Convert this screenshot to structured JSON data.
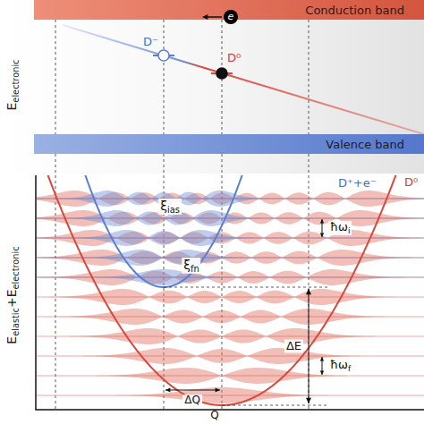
{
  "diagram": {
    "nodes": [
      {
        "text": [
          "Conduction band"
        ]
      },
      {
        "text": [
          "e"
        ]
      },
      {
        "text": [
          "D⁻"
        ]
      },
      {
        "text": [
          "D⁰"
        ]
      },
      {
        "text": [
          "Valence band"
        ]
      }
    ],
    "labels": [
      "E",
      "electronic",
      "E",
      "elastic",
      "+E",
      "electronic",
      "D⁺+e⁻",
      "D⁰",
      "ξ",
      "ias",
      "ξ",
      "fn",
      "ħω",
      "i",
      "ΔE",
      "ħω",
      "f",
      "ΔQ",
      "Q"
    ]
  }
}
